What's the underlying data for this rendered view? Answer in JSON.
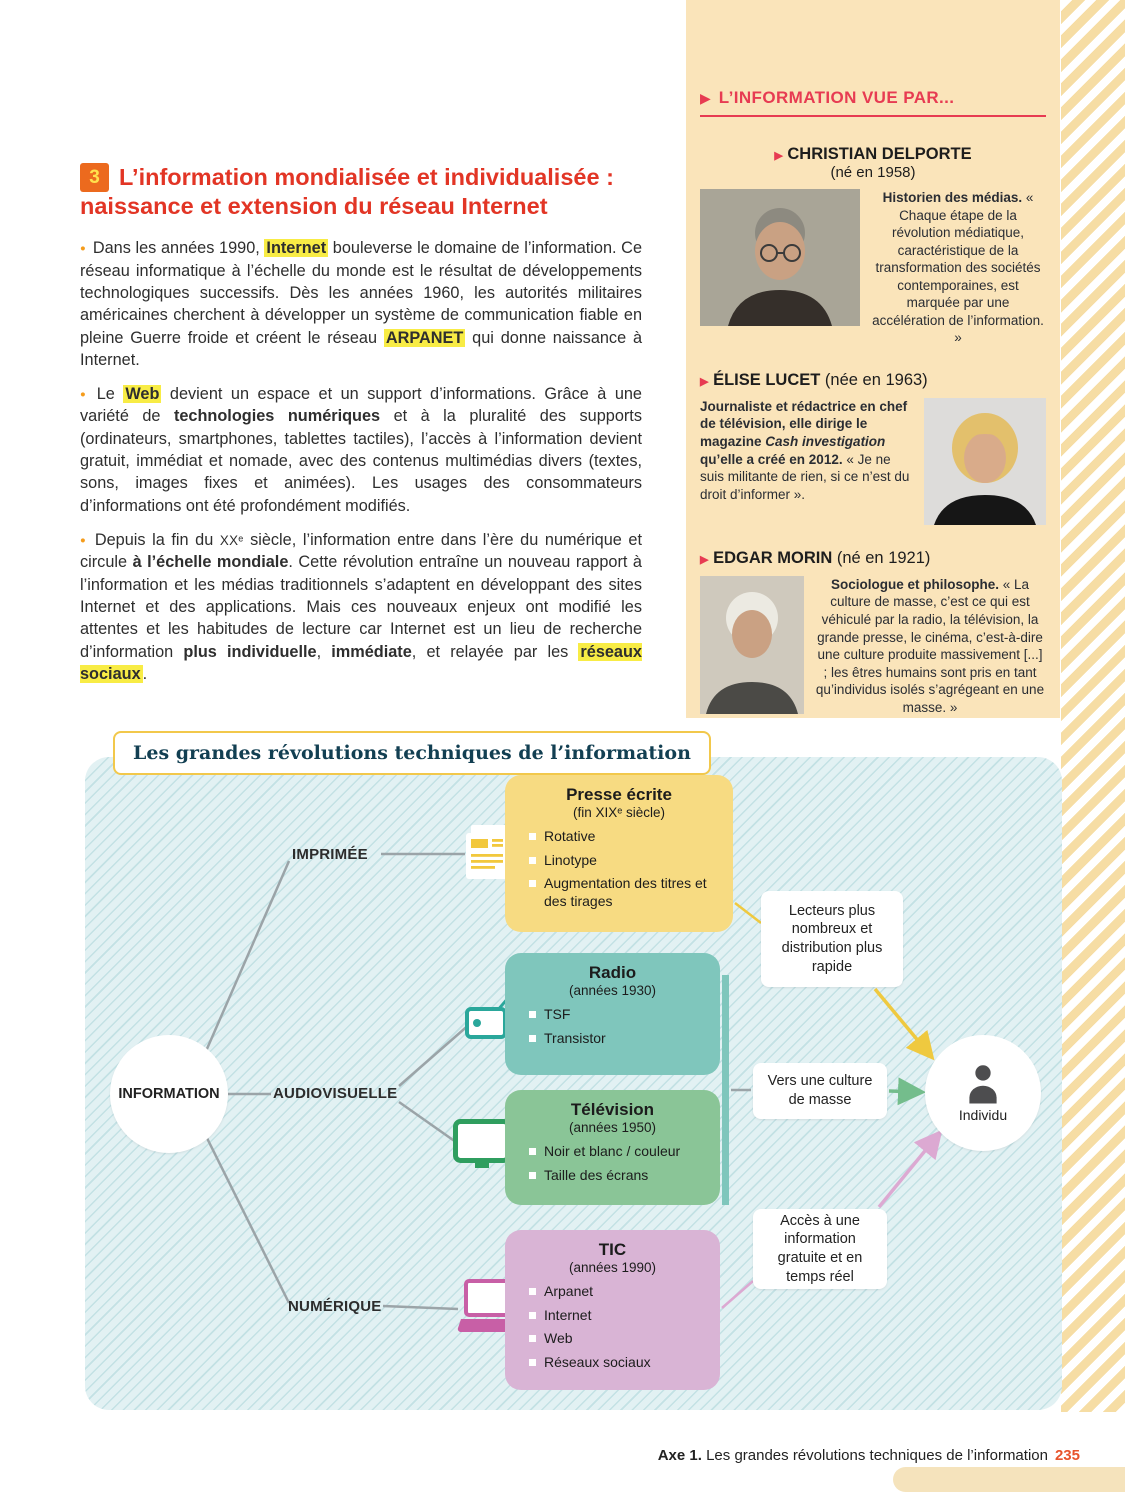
{
  "palette": {
    "accent_red": "#e6392f",
    "header_red": "#e73b52",
    "section_badge_orange": "#ec6a1e",
    "badge_number_yellow": "#ffe14d",
    "bullet_orange": "#f59c1b",
    "highlight_yellow": "#f8ec45",
    "sidebar_cream": "#fae4ba",
    "stripe_yellow": "#f6dda4",
    "diagram_bg": "#e2f1f3",
    "presse_yellow": "#f7db82",
    "radio_teal": "#7fc6bc",
    "tv_green": "#8ac597",
    "tic_pink": "#d9b4d5",
    "footer_page_orange": "#e8542c"
  },
  "section": {
    "number": "3",
    "title_line1": "L’information mondialisée et individualisée :",
    "title_line2": "naissance et extension du réseau Internet",
    "paragraphs": [
      {
        "segments": [
          {
            "text": "Dans les années 1990, "
          },
          {
            "text": "Internet",
            "hl": true
          },
          {
            "text": " bouleverse le domaine de l’information. Ce réseau informatique à l’échelle du monde est le résultat de développements technologiques successifs. Dès les années 1960, les autorités militaires américaines cherchent à développer un système de communication fiable en pleine Guerre froide et créent le réseau "
          },
          {
            "text": "ARPANET",
            "hl": true
          },
          {
            "text": " qui donne naissance à Internet."
          }
        ]
      },
      {
        "segments": [
          {
            "text": "Le "
          },
          {
            "text": "Web",
            "hl": true
          },
          {
            "text": " devient un espace et un support d’informations. Grâce à une variété de "
          },
          {
            "text": "technologies numériques",
            "bold": true
          },
          {
            "text": " et à la pluralité des supports (ordinateurs, smartphones, tablettes tactiles), l’accès à l’information devient gratuit, immédiat et nomade, avec des contenus multimédias divers (textes, sons, images fixes et animées). Les usages des consommateurs d’informations ont été profondément modifiés."
          }
        ]
      },
      {
        "segments": [
          {
            "text": "Depuis la fin du "
          },
          {
            "text": "xxᵉ",
            "sc": true
          },
          {
            "text": " siècle, l’information entre dans l’ère du numérique et circule "
          },
          {
            "text": "à l’échelle mondiale",
            "bold": true
          },
          {
            "text": ". Cette révolution entraîne un nouveau rapport à l’information et les médias traditionnels s’adaptent en développant des sites Internet et des applications. Mais ces nouveaux enjeux ont modifié les attentes et les habitudes de lecture car Internet est un lieu de recherche d’information "
          },
          {
            "text": "plus individuelle",
            "bold": true
          },
          {
            "text": ", "
          },
          {
            "text": "immédiate",
            "bold": true
          },
          {
            "text": ", et relayée par les "
          },
          {
            "text": "réseaux sociaux",
            "hl": true
          },
          {
            "text": "."
          }
        ]
      }
    ]
  },
  "sidebar": {
    "header": "L’INFORMATION VUE PAR...",
    "profiles": [
      {
        "name": "CHRISTIAN DELPORTE",
        "dates": "(né en 1958)",
        "photo": "christian-delporte-photo",
        "segments": [
          {
            "text": "Historien des médias.",
            "bold": true
          },
          {
            "text": " « Chaque étape de la révolution médiatique, caractéristique de la transformation des sociétés contemporaines, est marquée par une accélération de l’information. »"
          }
        ]
      },
      {
        "name": "ÉLISE LUCET",
        "dates": "(née en 1963)",
        "photo": "elise-lucet-photo",
        "segments": [
          {
            "text": "Journaliste et rédactrice en chef de télévision, elle dirige le magazine ",
            "bold": true
          },
          {
            "text": "Cash investigation",
            "bold": true,
            "italic": true
          },
          {
            "text": " qu’elle a créé en 2012.",
            "bold": true
          },
          {
            "text": " « Je ne suis militante de rien, si ce n’est du droit d’informer »."
          }
        ]
      },
      {
        "name": "EDGAR MORIN",
        "dates": "(né en 1921)",
        "photo": "edgar-morin-photo",
        "segments": [
          {
            "text": "Sociologue et philosophe.",
            "bold": true
          },
          {
            "text": " « La culture de masse, c’est ce qui est véhiculé par la radio, la télévision, la grande presse, le cinéma, c’est-à-dire une culture produite massivement [...] ; les êtres humains sont pris en tant qu’individus isolés s’agrégeant en une masse. »"
          }
        ]
      }
    ]
  },
  "diagram": {
    "title": "Les grandes révolutions techniques de l’information",
    "root": "INFORMATION",
    "branches": [
      "IMPRIMÉE",
      "AUDIOVISUELLE",
      "NUMÉRIQUE"
    ],
    "boxes": {
      "presse": {
        "title": "Presse écrite",
        "subtitle": "(fin XIXᵉ siècle)",
        "items": [
          "Rotative",
          "Linotype",
          "Augmentation des titres et des tirages"
        ]
      },
      "radio": {
        "title": "Radio",
        "subtitle": "(années 1930)",
        "items": [
          "TSF",
          "Transistor"
        ]
      },
      "television": {
        "title": "Télévision",
        "subtitle": "(années 1950)",
        "items": [
          "Noir et blanc / couleur",
          "Taille des écrans"
        ]
      },
      "tic": {
        "title": "TIC",
        "subtitle": "(années 1990)",
        "items": [
          "Arpanet",
          "Internet",
          "Web",
          "Réseaux sociaux"
        ]
      }
    },
    "outcomes": {
      "lecteurs": "Lecteurs plus nombreux et distribution plus rapide",
      "culture": "Vers une culture de masse",
      "acces": "Accès à une information gratuite et en temps réel"
    },
    "individu": "Individu",
    "icons": {
      "print": "printed-press-icon",
      "radio": "radio-icon",
      "tv": "television-icon",
      "laptop": "laptop-icon",
      "person": "person-icon"
    }
  },
  "footer": {
    "axe": "Axe 1.",
    "caption": " Les grandes révolutions techniques de l’information",
    "page_number": "235"
  }
}
